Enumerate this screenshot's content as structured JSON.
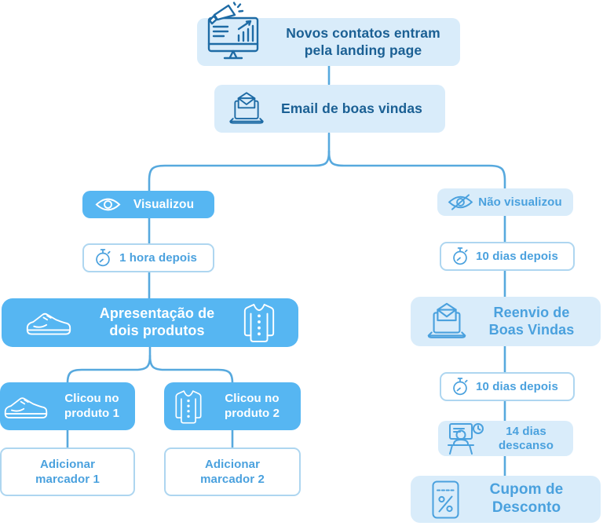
{
  "diagram": {
    "description": "Email marketing automation flowchart",
    "colors": {
      "solid_blue": "#56b6f2",
      "light_blue": "#d9ecfa",
      "dark_text": "#1b6094",
      "medium_text": "#4aa1de",
      "box_border": "#aed6f0",
      "connector": "#57a9de",
      "dark_icon": "#1e6ba5",
      "page_bg": "#ffffff"
    },
    "nodes": {
      "landing": {
        "label": "Novos contatos entram\npela landing page",
        "icon": "monitor-megaphone-icon"
      },
      "welcome_email": {
        "label": "Email de boas vindas",
        "icon": "laptop-email-icon"
      },
      "viewed": {
        "label": "Visualizou",
        "icon": "eye-icon"
      },
      "one_hour_later": {
        "label": "1 hora depois",
        "icon": "stopwatch-icon"
      },
      "two_products": {
        "label": "Apresentação de\ndois produtos",
        "icon_left": "sneaker-icon",
        "icon_right": "shirt-icon"
      },
      "clicked_product_1": {
        "label": "Clicou no\nproduto 1",
        "icon": "sneaker-icon"
      },
      "clicked_product_2": {
        "label": "Clicou no\nproduto 2",
        "icon": "shirt-icon"
      },
      "add_marker_1": {
        "label": "Adicionar\nmarcador 1"
      },
      "add_marker_2": {
        "label": "Adicionar\nmarcador 2"
      },
      "not_viewed": {
        "label": "Não visualizou",
        "icon": "eye-off-icon"
      },
      "ten_days_later_1": {
        "label": "10 dias depois",
        "icon": "stopwatch-icon"
      },
      "resend_welcome": {
        "label": "Reenvio de\nBoas Vindas",
        "icon": "laptop-email-icon"
      },
      "ten_days_later_2": {
        "label": "10 dias depois",
        "icon": "stopwatch-icon"
      },
      "rest_14_days": {
        "label": "14 dias\ndescanso",
        "icon": "person-desk-clock-icon"
      },
      "discount_coupon": {
        "label": "Cupom de\nDesconto",
        "icon": "coupon-percent-icon"
      }
    },
    "edges": [
      {
        "from": "landing",
        "to": "welcome_email"
      },
      {
        "from": "welcome_email",
        "to": "viewed"
      },
      {
        "from": "welcome_email",
        "to": "not_viewed"
      },
      {
        "from": "viewed",
        "to": "one_hour_later"
      },
      {
        "from": "one_hour_later",
        "to": "two_products"
      },
      {
        "from": "two_products",
        "to": "clicked_product_1"
      },
      {
        "from": "two_products",
        "to": "clicked_product_2"
      },
      {
        "from": "clicked_product_1",
        "to": "add_marker_1"
      },
      {
        "from": "clicked_product_2",
        "to": "add_marker_2"
      },
      {
        "from": "not_viewed",
        "to": "ten_days_later_1"
      },
      {
        "from": "ten_days_later_1",
        "to": "resend_welcome"
      },
      {
        "from": "resend_welcome",
        "to": "ten_days_later_2"
      },
      {
        "from": "ten_days_later_2",
        "to": "rest_14_days"
      },
      {
        "from": "rest_14_days",
        "to": "discount_coupon"
      }
    ]
  }
}
